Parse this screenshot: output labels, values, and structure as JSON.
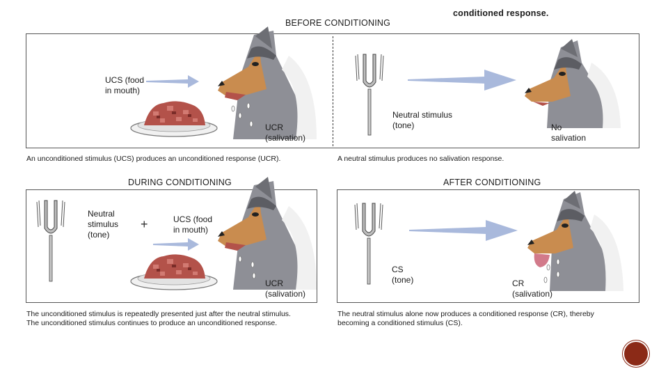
{
  "top_partial_text": "conditioned response.",
  "sections": {
    "before": {
      "heading": "BEFORE CONDITIONING",
      "left": {
        "ucs_label": "UCS (food\nin mouth)",
        "ucr_label": "UCR\n(salivation)",
        "caption": "An unconditioned stimulus (UCS) produces an unconditioned response (UCR)."
      },
      "right": {
        "neutral_label": "Neutral stimulus\n(tone)",
        "response_label": "No\nsalivation",
        "caption": "A neutral stimulus produces no salivation response."
      }
    },
    "during": {
      "heading": "DURING CONDITIONING",
      "neutral_label": "Neutral\nstimulus\n(tone)",
      "plus": "+",
      "ucs_label": "UCS (food\nin mouth)",
      "ucr_label": "UCR\n(salivation)",
      "caption_line1": "The unconditioned stimulus is repeatedly presented just after the neutral stimulus.",
      "caption_line2": "The unconditioned stimulus continues to produce an unconditioned response."
    },
    "after": {
      "heading": "AFTER CONDITIONING",
      "cs_label": "CS\n(tone)",
      "cr_label": "CR\n(salivation)",
      "caption_line1": "The neutral stimulus alone now produces a conditioned response (CR), thereby",
      "caption_line2": "becoming a conditioned stimulus (CS)."
    }
  },
  "colors": {
    "arrow": "#a9b9dc",
    "border": "#555555",
    "dog_gray": "#8e8f96",
    "dog_tan": "#c98c4f",
    "meat": "#b3524a",
    "badge": "#8b2a17"
  }
}
